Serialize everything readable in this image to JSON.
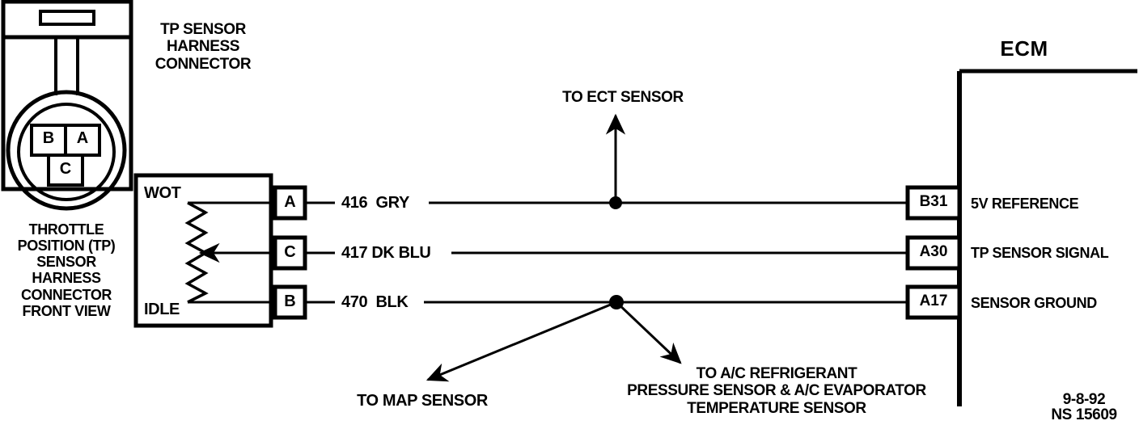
{
  "diagram": {
    "title_ecm": "ECM",
    "connector_callout": "TP SENSOR\nHARNESS\nCONNECTOR",
    "connector_front_view_callout": "THROTTLE\nPOSITION (TP)\nSENSOR\nHARNESS\nCONNECTOR\nFRONT VIEW",
    "connector_terminals": [
      {
        "id": "terminal-b",
        "label": "B"
      },
      {
        "id": "terminal-a",
        "label": "A"
      },
      {
        "id": "terminal-c",
        "label": "C"
      }
    ],
    "sensor_box": {
      "top_label": "WOT",
      "bottom_label": "IDLE",
      "pins": [
        {
          "id": "pin-a",
          "label": "A"
        },
        {
          "id": "pin-c",
          "label": "C"
        },
        {
          "id": "pin-b",
          "label": "B"
        }
      ]
    },
    "wires": [
      {
        "id": "wire-416",
        "label": "416  GRY",
        "ecm_pin": "B31",
        "ecm_function": "5V REFERENCE"
      },
      {
        "id": "wire-417",
        "label": "417 DK BLU",
        "ecm_pin": "A30",
        "ecm_function": "TP SENSOR SIGNAL"
      },
      {
        "id": "wire-470",
        "label": "470  BLK",
        "ecm_pin": "A17",
        "ecm_function": "SENSOR GROUND"
      }
    ],
    "branch_callouts": [
      {
        "id": "callout-ect",
        "text": "TO ECT SENSOR"
      },
      {
        "id": "callout-map",
        "text": "TO MAP SENSOR"
      },
      {
        "id": "callout-ac",
        "text": "TO A/C REFRIGERANT\nPRESSURE SENSOR & A/C EVAPORATOR\nTEMPERATURE SENSOR"
      }
    ],
    "footer": {
      "date": "9-8-92",
      "figure_id": "NS 15609"
    },
    "colors": {
      "ink": "#000000",
      "background": "#ffffff"
    }
  }
}
